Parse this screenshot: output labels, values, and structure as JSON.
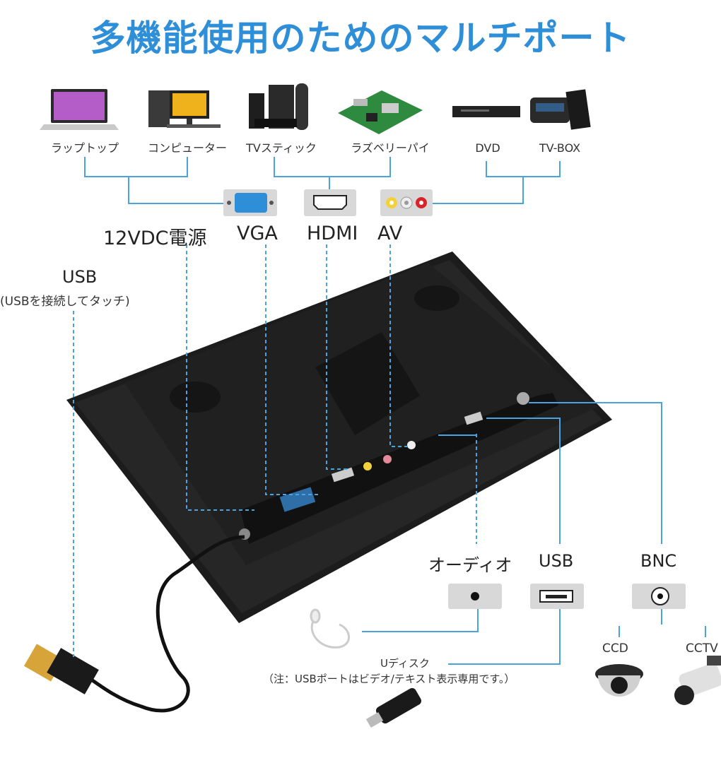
{
  "title": "多機能使用のためのマルチポート",
  "devices": {
    "laptop": "ラップトップ",
    "computer": "コンピューター",
    "tvstick": "TVスティック",
    "raspberry": "ラズベリーパイ",
    "dvd": "DVD",
    "tvbox": "TV-BOX"
  },
  "ports": {
    "power": "12VDC電源",
    "vga": "VGA",
    "hdmi": "HDMI",
    "av": "AV",
    "usb_touch": "USB",
    "usb_touch_note": "(USBを接続してタッチ)",
    "audio": "オーディオ",
    "usb": "USB",
    "bnc": "BNC"
  },
  "peripherals": {
    "udisk": "Uディスク",
    "usb_note": "（注：USBポートはビデオ/テキスト表示専用です。）",
    "ccd": "CCD",
    "cctv": "CCTV"
  },
  "colors": {
    "accent": "#2e8fd8",
    "line": "#4aa3df",
    "panel": "#1c1c1c"
  }
}
